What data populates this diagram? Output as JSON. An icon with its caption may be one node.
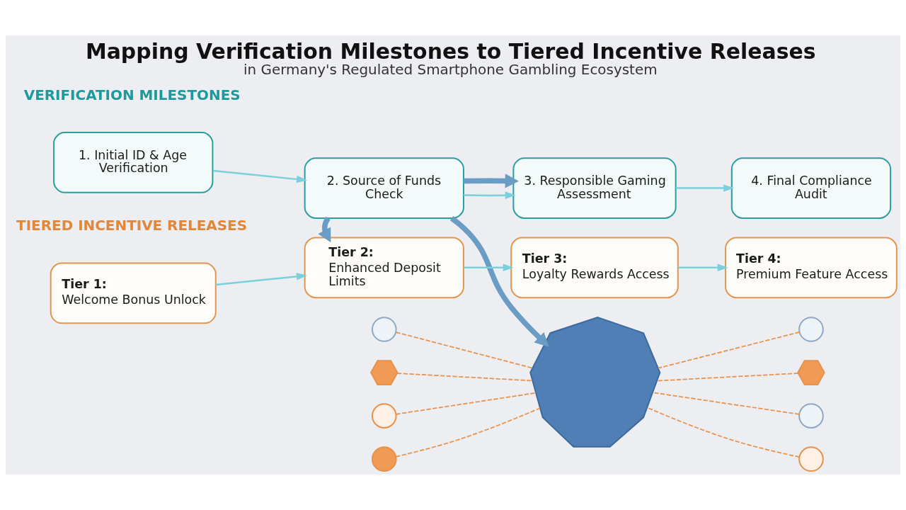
{
  "diagram": {
    "title": "Mapping Verification Milestones to Tiered Incentive Releases",
    "caption": "in Germany's Regulated Smartphone Gambling Ecosystem",
    "nodes": [
      {
        "text": [
          "1. Initial ID & Age Verification"
        ]
      },
      {
        "text": [
          "2. Source of Funds Check"
        ]
      },
      {
        "text": [
          "3. Responsible Gaming Assessment"
        ]
      },
      {
        "text": [
          "4. Final Compliance Audit"
        ]
      },
      {
        "text": [
          "Tier 1:",
          "Welcome Bonus Unlock"
        ]
      },
      {
        "text": [
          "Tier 2:",
          "Enhanced Deposit Limits"
        ]
      },
      {
        "text": [
          "Tier 3:",
          "Loyalty Rewards Access"
        ]
      },
      {
        "text": [
          "Tier 4:",
          "Premium Feature Access"
        ]
      },
      {
        "text": [],
        "shape": "picture"
      },
      {
        "text": [],
        "shape": "circle"
      },
      {
        "text": [],
        "shape": "hexagon"
      },
      {
        "text": [],
        "shape": "circle"
      },
      {
        "text": [],
        "shape": "circle"
      },
      {
        "text": [],
        "shape": "circle"
      },
      {
        "text": [],
        "shape": "hexagon"
      },
      {
        "text": [],
        "shape": "circle"
      },
      {
        "text": [],
        "shape": "circle"
      }
    ],
    "edges": [
      {
        "from": 0,
        "to": 1,
        "arrow": "to",
        "color": "#7ccfdc"
      },
      {
        "from": 1,
        "to": 2,
        "arrow": "to",
        "color": "#7ccfdc"
      },
      {
        "from": 2,
        "to": 3,
        "arrow": "to",
        "color": "#7ccfdc"
      },
      {
        "from": 4,
        "to": 5,
        "arrow": "to",
        "color": "#7ccfdc"
      },
      {
        "from": 5,
        "to": 6,
        "arrow": "to",
        "color": "#7ccfdc"
      },
      {
        "from": 6,
        "to": 7,
        "arrow": "to",
        "color": "#7ccfdc"
      },
      {
        "from": 1,
        "to": 5,
        "arrow": "to",
        "style": "thick",
        "color": "#6b9cc4"
      },
      {
        "from": 1,
        "to": 2,
        "arrow": "to",
        "style": "thick",
        "color": "#6b9cc4"
      },
      {
        "from": 1,
        "to": 8,
        "arrow": "to",
        "style": "thick",
        "color": "#6b9cc4"
      },
      {
        "from": 9,
        "to": 8,
        "arrow": "none",
        "style": "dashed"
      },
      {
        "from": 10,
        "to": 8,
        "arrow": "none",
        "style": "dashed"
      },
      {
        "from": 11,
        "to": 8,
        "arrow": "none",
        "style": "dashed"
      },
      {
        "from": 12,
        "to": 8,
        "arrow": "none",
        "style": "dashed"
      },
      {
        "from": 13,
        "to": 8,
        "arrow": "none",
        "style": "dashed"
      },
      {
        "from": 14,
        "to": 8,
        "arrow": "none",
        "style": "dashed"
      },
      {
        "from": 15,
        "to": 8,
        "arrow": "none",
        "style": "dashed"
      },
      {
        "from": 16,
        "to": 8,
        "arrow": "none",
        "style": "dashed"
      }
    ],
    "labels": [
      "VERIFICATION MILESTONES",
      "TIERED INCENTIVE RELEASES"
    ]
  }
}
